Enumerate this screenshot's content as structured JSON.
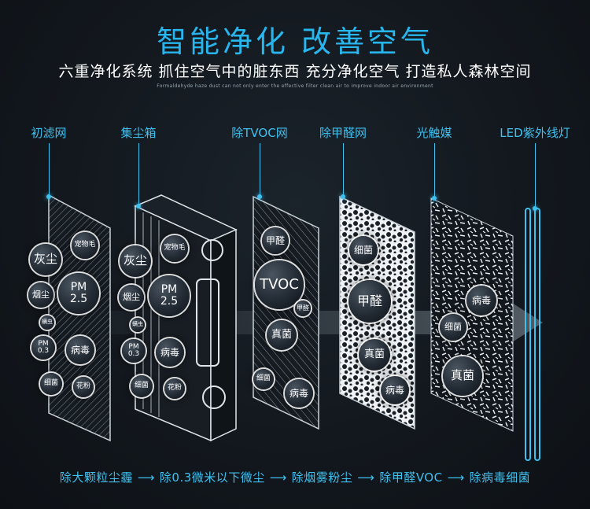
{
  "header": {
    "title": "智能净化 改善空气",
    "subtitle": "六重净化系统 抓住空气中的脏东西 充分净化空气 打造私人森林空间",
    "tagline": "Formaldehyde haze dust can not only enter the effective filter clean air to improve indoor air environment"
  },
  "layers": [
    {
      "label": "初滤网",
      "bubbles": [
        "灰尘",
        "宠物毛",
        "烟尘",
        "PM\n2.5",
        "螨虫",
        "PM\n0.3",
        "病毒",
        "细菌",
        "花粉"
      ]
    },
    {
      "label": "集尘箱",
      "bubbles": [
        "灰尘",
        "宠物毛",
        "烟尘",
        "PM\n2.5",
        "螨虫",
        "PM\n0.3",
        "病毒",
        "细菌",
        "花粉"
      ]
    },
    {
      "label": "除TVOC网",
      "bubbles": [
        "甲醛",
        "TVOC",
        "甲醛",
        "真菌",
        "细菌",
        "病毒"
      ]
    },
    {
      "label": "除甲醛网",
      "bubbles": [
        "细菌",
        "甲醛",
        "真菌",
        "病毒"
      ]
    },
    {
      "label": "光触媒",
      "bubbles": [
        "病毒",
        "细菌",
        "真菌"
      ]
    },
    {
      "label": "LED紫外线灯",
      "bubbles": []
    }
  ],
  "flow": {
    "steps": [
      "除大颗粒尘霾",
      "除0.3微米以下微尘",
      "除烟雾粉尘",
      "除甲醛VOC",
      "除病毒细菌"
    ],
    "arrow": "⟶"
  },
  "colors": {
    "accent": "#3fc1f0",
    "title": "#28b6ee",
    "background": "#11161c"
  }
}
